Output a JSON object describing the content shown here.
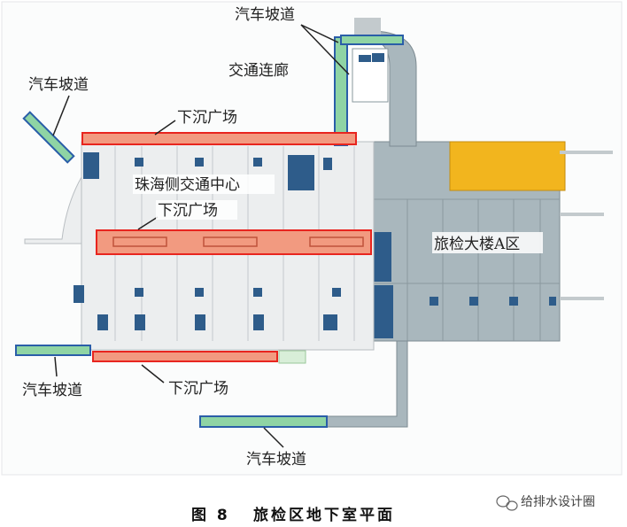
{
  "labels": {
    "ramp_top": "汽车坡道",
    "corridor": "交通连廊",
    "ramp_left": "汽车坡道",
    "plaza_top": "下沉广场",
    "transport_center": "珠海侧交通中心",
    "plaza_middle": "下沉广场",
    "inspection_building": "旅检大楼A区",
    "ramp_bottom_left": "汽车坡道",
    "plaza_bottom": "下沉广场",
    "ramp_bottom": "汽车坡道"
  },
  "caption": {
    "figure_number": "图 8",
    "title": "旅检区地下室平面"
  },
  "watermark": "给排水设计圈",
  "colors": {
    "plaza": "#f29a80",
    "plaza_border": "#e8251f",
    "ramp": "#8fd4a4",
    "ramp_border": "#2a5ea8",
    "transport_center": "#eceeef",
    "inspection": "#a9b7bd",
    "equipment": "#2e5c8a",
    "yellow_zone": "#f2b51e"
  }
}
